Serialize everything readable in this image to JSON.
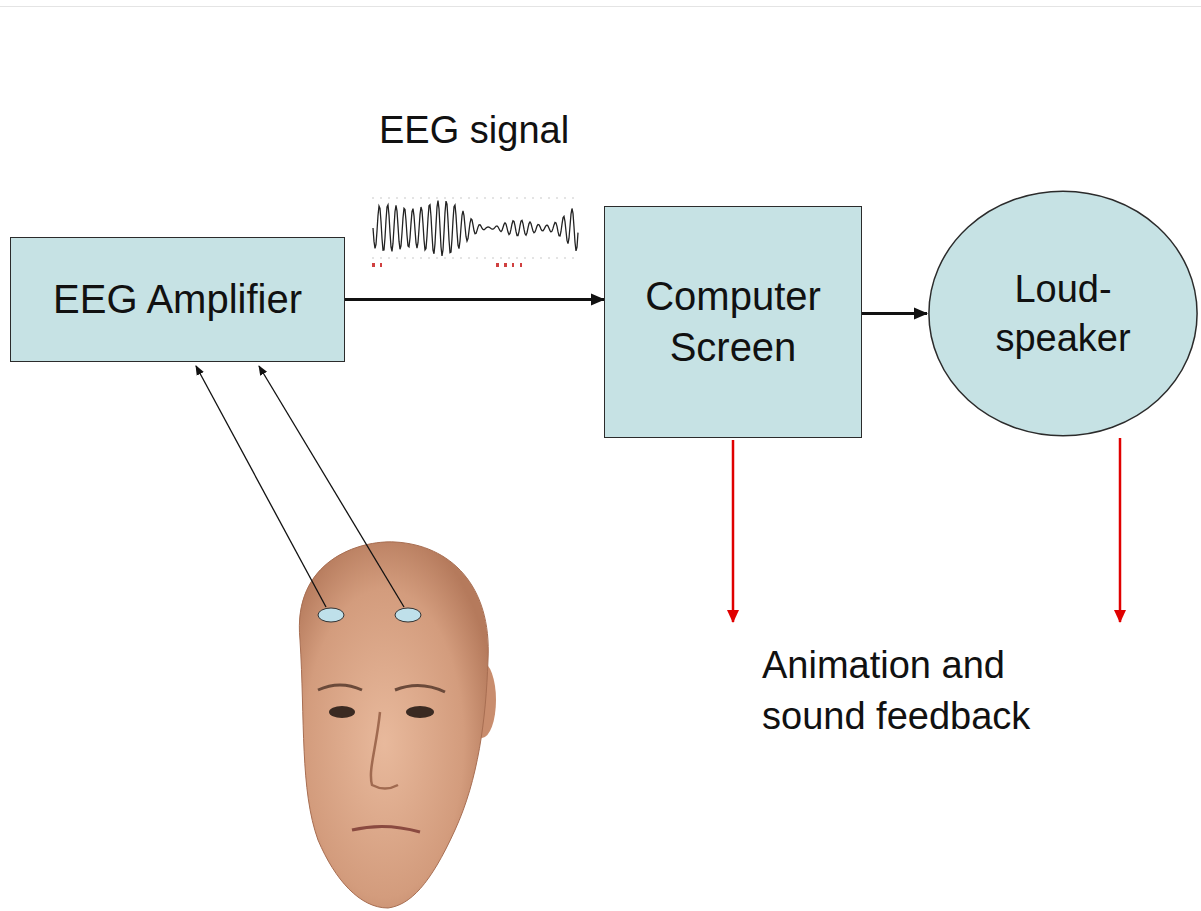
{
  "diagram": {
    "nodes": [
      {
        "text": [
          "EEG Amplifier"
        ]
      },
      {
        "text": [
          "Computer Screen"
        ]
      },
      {
        "text": [
          "Loud- speaker"
        ]
      }
    ],
    "edges": [
      {
        "from": 0,
        "to": 1,
        "arrow": "to",
        "label": "EEG signal"
      },
      {
        "from": 1,
        "to": 2,
        "arrow": "to"
      }
    ],
    "labels": [
      "Animation and sound feedback"
    ]
  }
}
